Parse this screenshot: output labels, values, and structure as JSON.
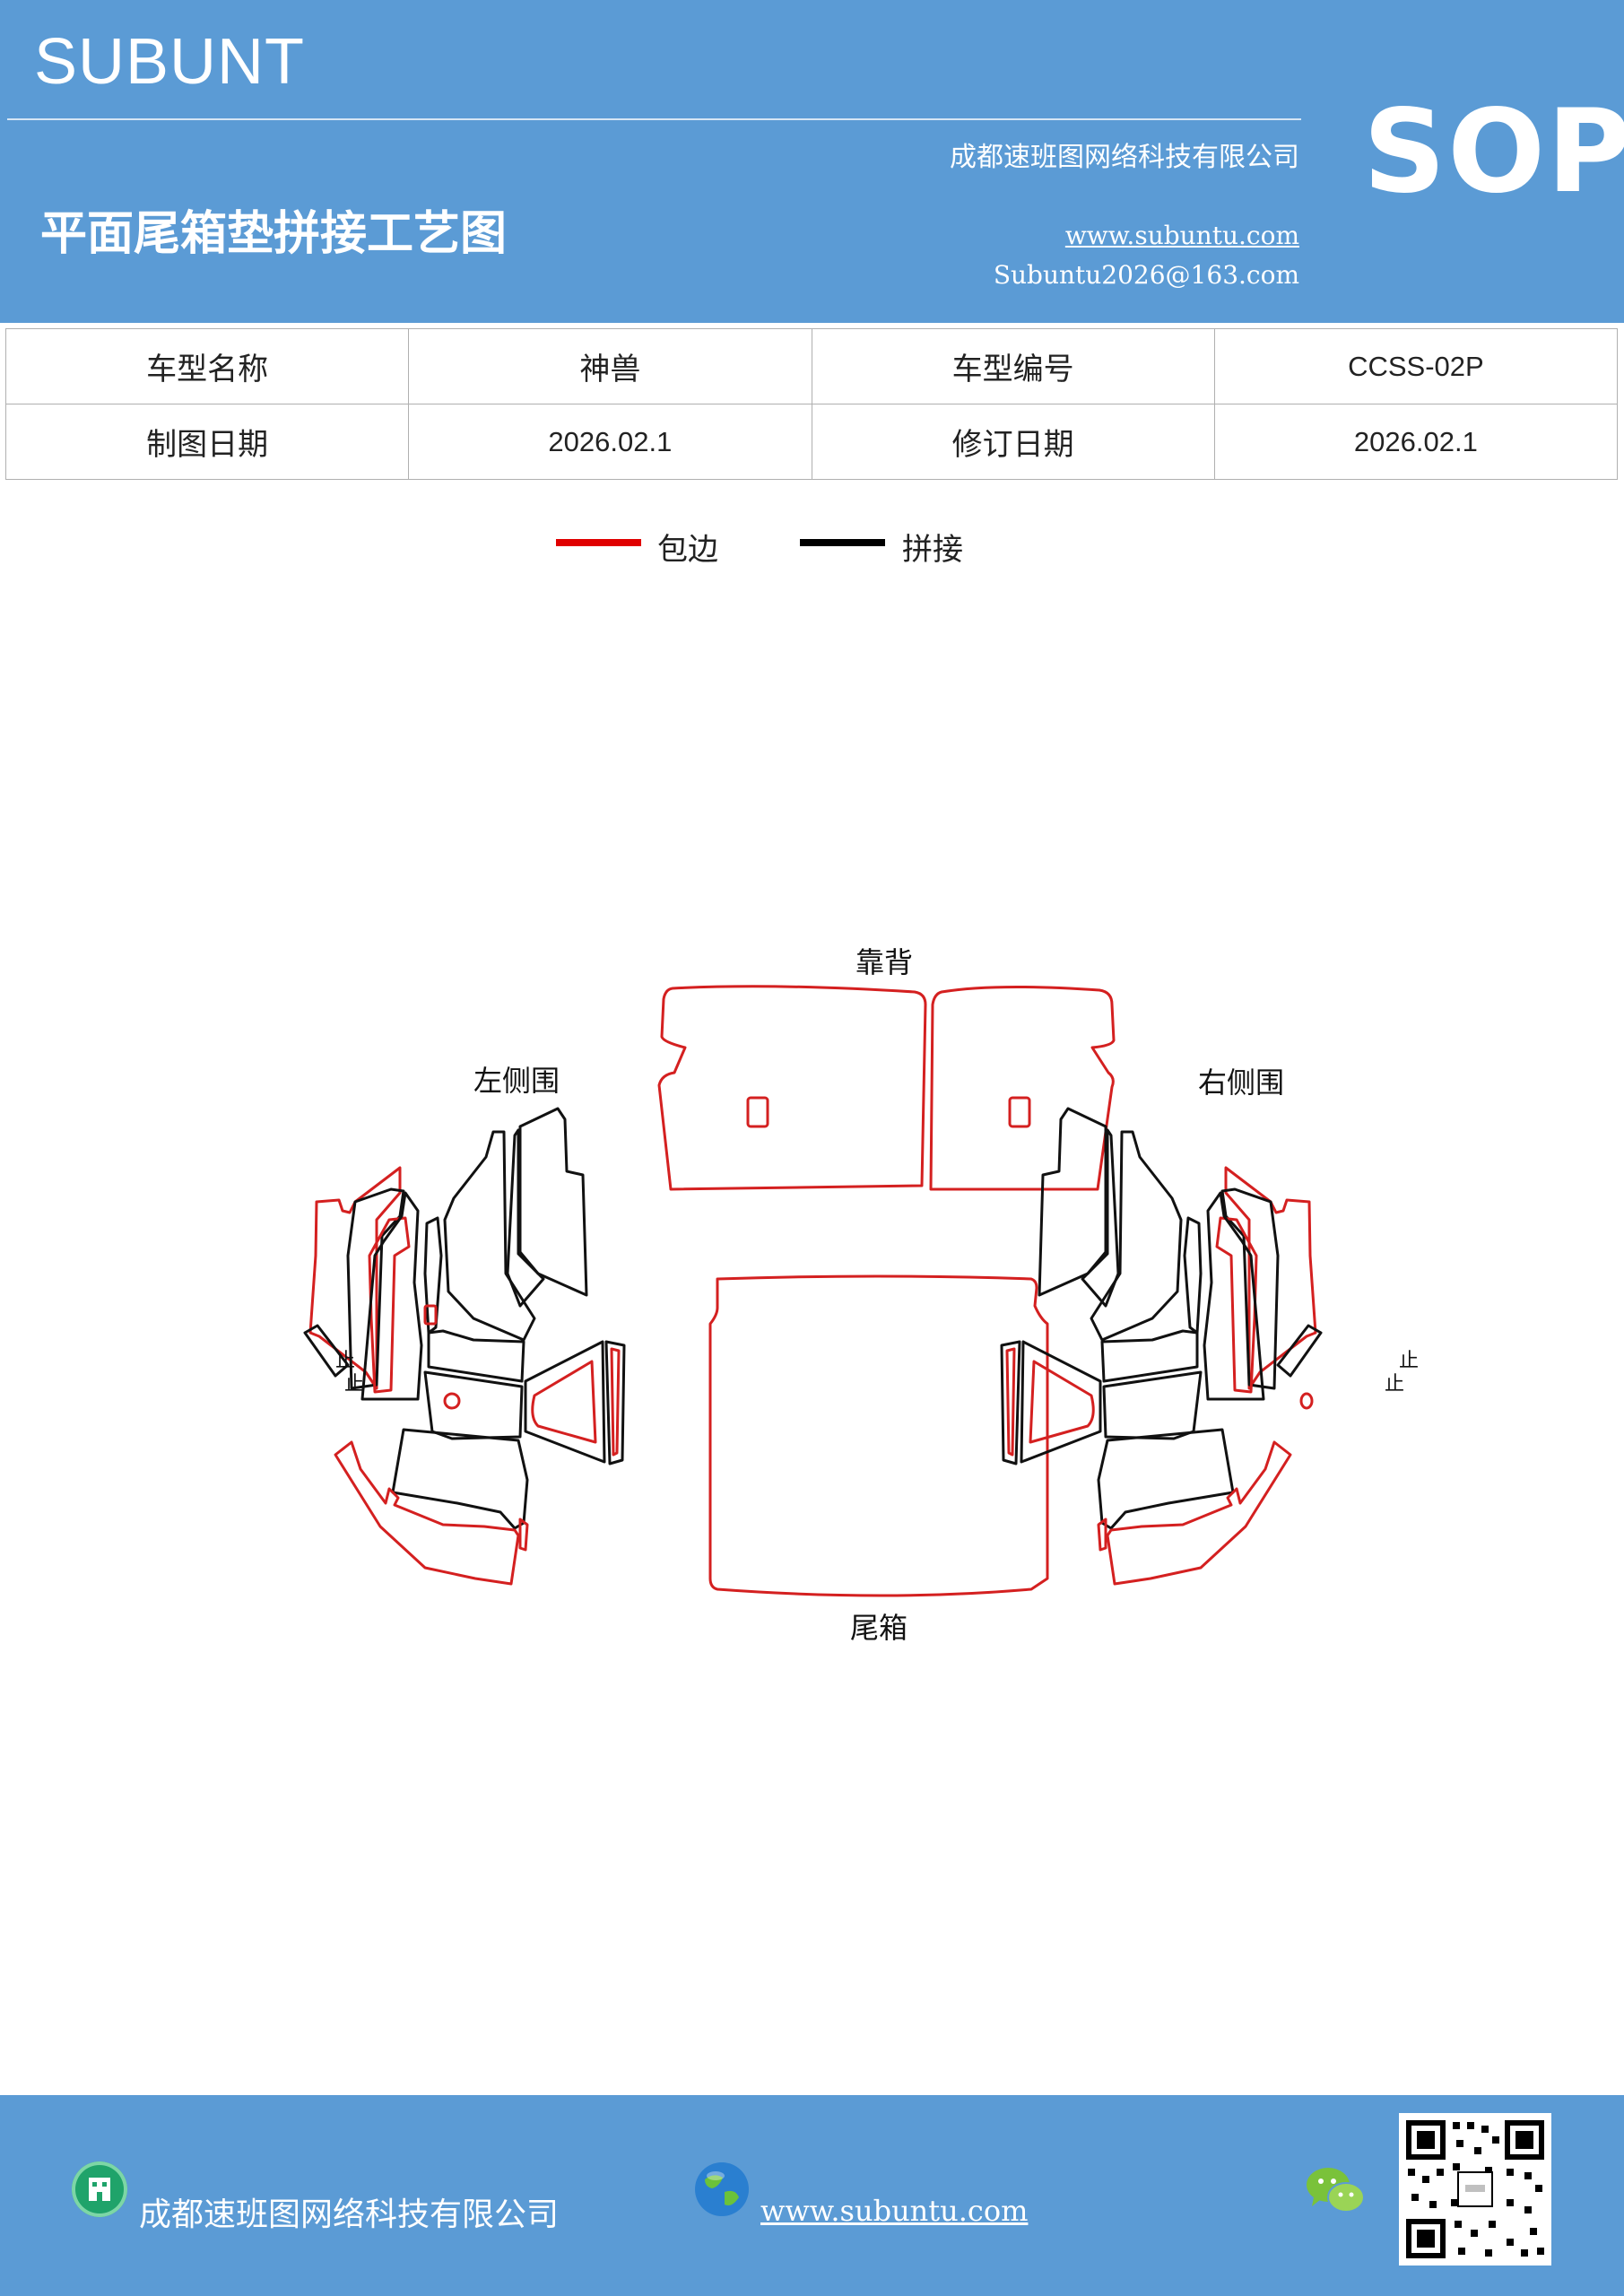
{
  "header": {
    "brand": "SUBUNT",
    "company": "成都速班图网络科技有限公司",
    "sop": "SOP",
    "title": "平面尾箱垫拼接工艺图",
    "website": "www.subuntu.com",
    "email": "Subuntu2026@163.com"
  },
  "info_table": {
    "model_name_label": "车型名称",
    "model_name": "神兽",
    "model_code_label": "车型编号",
    "model_code": "CCSS-02P",
    "draw_date_label": "制图日期",
    "draw_date": "2026.02.1",
    "revision_date_label": "修订日期",
    "revision_date": "2026.02.1"
  },
  "legend": {
    "items": [
      {
        "label": "包边",
        "color": "#e00000"
      },
      {
        "label": "拼接",
        "color": "#000000"
      }
    ]
  },
  "drawing": {
    "labels": {
      "backrest": "靠背",
      "left_side": "左侧围",
      "right_side": "右侧围",
      "trunk": "尾箱",
      "mark": "止"
    },
    "colors": {
      "edge": "#d42020",
      "seam": "#111111"
    }
  },
  "footer": {
    "company": "成都速班图网络科技有限公司",
    "website": "www.subuntu.com"
  }
}
